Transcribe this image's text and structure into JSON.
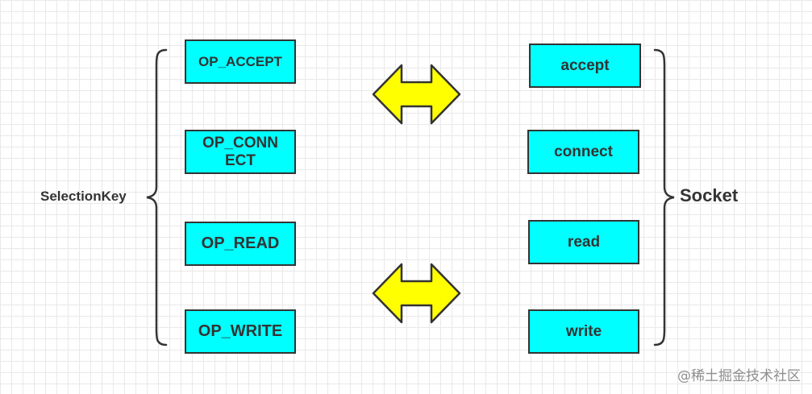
{
  "left": {
    "label": "SelectionKey",
    "items": [
      {
        "lines": [
          "OP_ACCEPT"
        ]
      },
      {
        "lines": [
          "OP_CONN",
          "ECT"
        ]
      },
      {
        "lines": [
          "OP_READ"
        ]
      },
      {
        "lines": [
          "OP_WRITE"
        ]
      }
    ]
  },
  "right": {
    "label": "Socket",
    "items": [
      {
        "lines": [
          "accept"
        ]
      },
      {
        "lines": [
          "connect"
        ]
      },
      {
        "lines": [
          "read"
        ]
      },
      {
        "lines": [
          "write"
        ]
      }
    ]
  },
  "arrows": {
    "count": 2,
    "fill": "#ffff00",
    "stroke": "#333333"
  },
  "colors": {
    "box_fill": "#00ffff",
    "box_border": "#333333",
    "text": "#333333"
  },
  "watermark": "@稀土掘金技术社区"
}
